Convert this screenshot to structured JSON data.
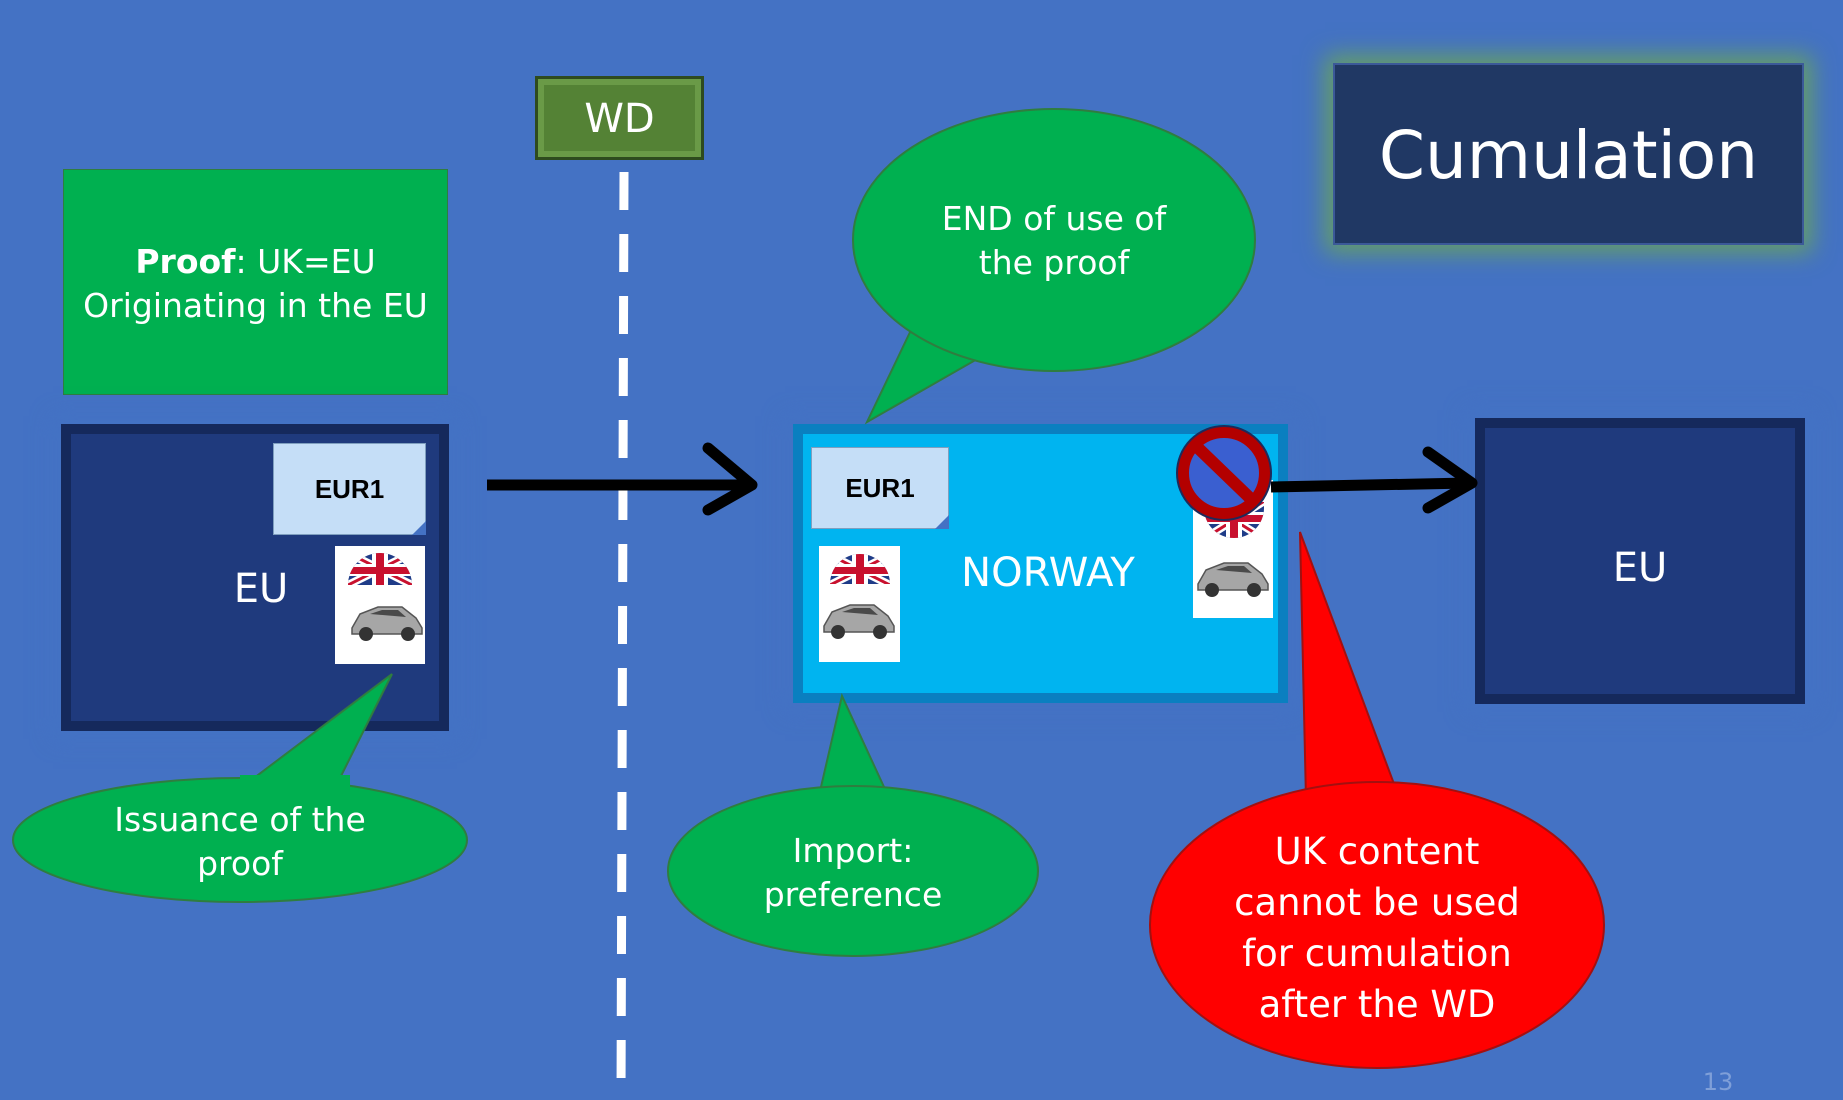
{
  "slide_title": "Cumulation",
  "wd_label": "WD",
  "proof_box": {
    "bold_label": "Proof",
    "line1_rest": ": UK=EU",
    "line2": "Originating in the EU"
  },
  "left_eu": {
    "label": "EU",
    "certificate": "EUR1"
  },
  "norway": {
    "label": "NORWAY",
    "certificate": "EUR1"
  },
  "right_eu": {
    "label": "EU"
  },
  "callouts": {
    "issuance": [
      "Issuance of the",
      "proof"
    ],
    "end_of_use": [
      "END of use of",
      "the proof"
    ],
    "import": [
      "Import:",
      "preference"
    ],
    "uk_content": [
      "UK content",
      "cannot be used",
      "for cumulation",
      "after the WD"
    ]
  },
  "page_number": "13",
  "icons": [
    "uk-flag-icon",
    "car-icon",
    "no-entry-icon",
    "arrow-right-icon"
  ],
  "colors": {
    "background": "#4472c4",
    "dark_box": "#1f3a7d",
    "norway_box": "#00b4f0",
    "green": "#00b050",
    "red": "#ff0000",
    "title_box": "#203864",
    "wd_box": "#548235"
  }
}
